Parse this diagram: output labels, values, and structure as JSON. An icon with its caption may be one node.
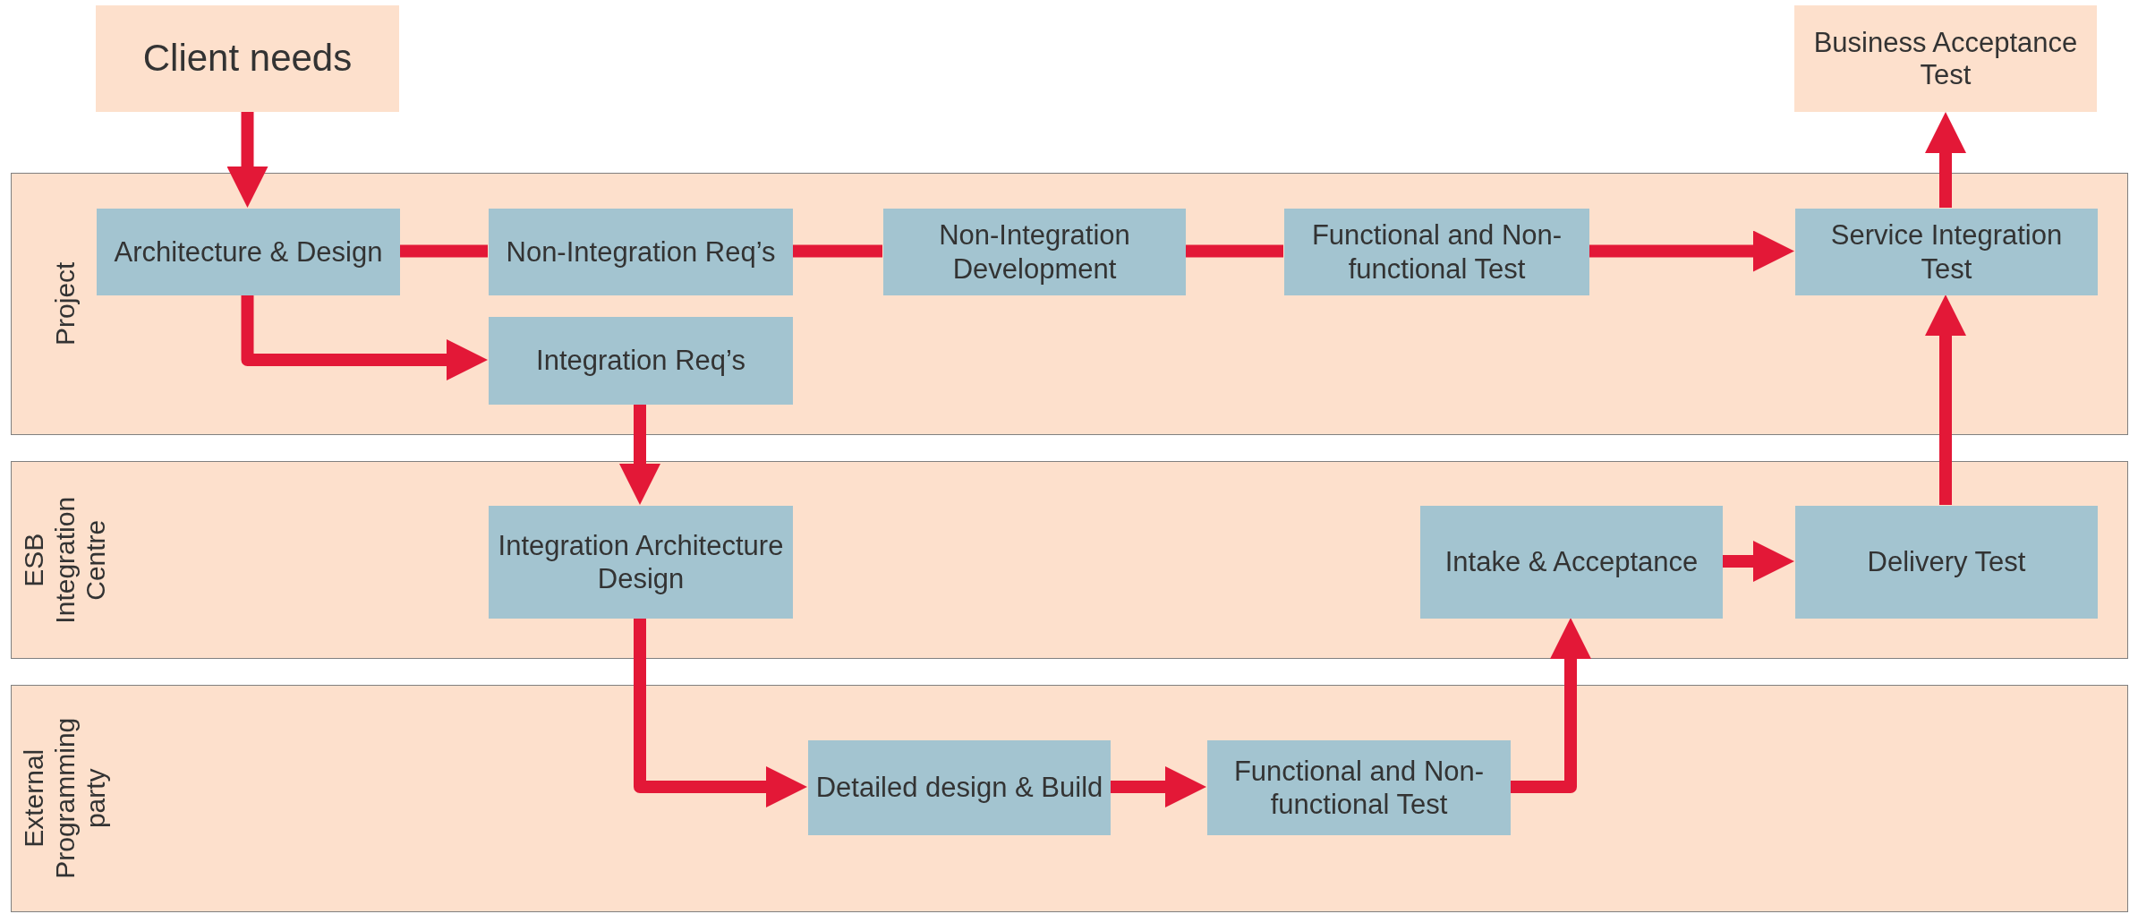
{
  "diagram": {
    "nodes": [
      {
        "text": [
          "Client needs"
        ]
      },
      {
        "text": [
          "Business Acceptance Test"
        ]
      },
      {
        "text": [
          "Project"
        ]
      },
      {
        "text": [
          "Architecture & Design"
        ],
        "in": 2
      },
      {
        "text": [
          "Non-Integration Req’s"
        ],
        "in": 2
      },
      {
        "text": [
          "Non-Integration Development"
        ],
        "in": 2
      },
      {
        "text": [
          "Functional and Non-functional Test"
        ],
        "in": 2
      },
      {
        "text": [
          "Service Integration Test"
        ],
        "in": 2
      },
      {
        "text": [
          "Integration Req’s"
        ],
        "in": 2
      },
      {
        "text": [
          "ESB Integration Centre"
        ]
      },
      {
        "text": [
          "Integration Architecture Design"
        ],
        "in": 9
      },
      {
        "text": [
          "Intake & Acceptance"
        ],
        "in": 9
      },
      {
        "text": [
          "Delivery Test"
        ],
        "in": 9
      },
      {
        "text": [
          "External Programming party"
        ]
      },
      {
        "text": [
          "Detailed design & Build"
        ],
        "in": 13
      },
      {
        "text": [
          "Functional and Non-functional Test"
        ],
        "in": 13
      }
    ],
    "edges": [
      {
        "from": 0,
        "to": 3,
        "arrow": "to"
      },
      {
        "from": 3,
        "to": 4,
        "arrow": "none"
      },
      {
        "from": 4,
        "to": 5,
        "arrow": "none"
      },
      {
        "from": 5,
        "to": 6,
        "arrow": "none"
      },
      {
        "from": 6,
        "to": 7,
        "arrow": "to"
      },
      {
        "from": 3,
        "to": 8,
        "arrow": "to"
      },
      {
        "from": 8,
        "to": 10,
        "arrow": "to"
      },
      {
        "from": 10,
        "to": 14,
        "arrow": "to"
      },
      {
        "from": 14,
        "to": 15,
        "arrow": "to"
      },
      {
        "from": 15,
        "to": 11,
        "arrow": "to"
      },
      {
        "from": 11,
        "to": 12,
        "arrow": "to"
      },
      {
        "from": 12,
        "to": 7,
        "arrow": "to"
      },
      {
        "from": 7,
        "to": 1,
        "arrow": "to"
      }
    ]
  }
}
